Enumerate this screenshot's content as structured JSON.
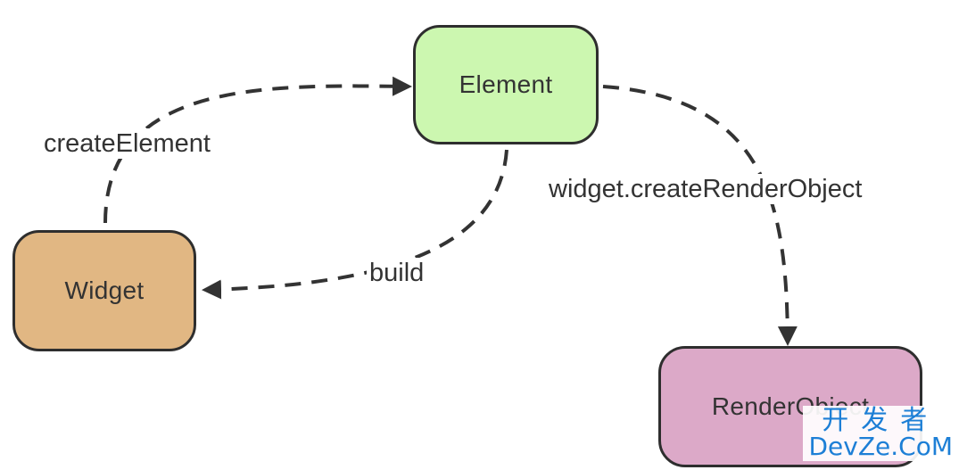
{
  "diagram": {
    "nodes": {
      "element": {
        "label": "Element",
        "color": "#ccf7b0"
      },
      "widget": {
        "label": "Widget",
        "color": "#e1b783"
      },
      "render_object": {
        "label": "RenderObject",
        "color": "#dca9c8"
      }
    },
    "edges": {
      "create_element": "createElement",
      "build": "build",
      "create_render_object": "widget.createRenderObject"
    }
  },
  "watermark": {
    "line1": "开发者",
    "line2": "DevZe.CoM"
  }
}
